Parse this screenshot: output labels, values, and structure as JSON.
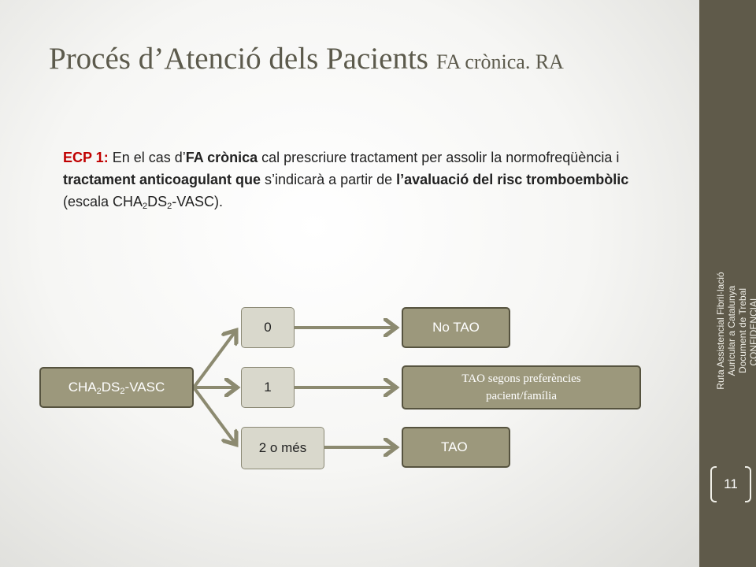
{
  "title": {
    "main": "Procés d’Atenció dels Pacients",
    "sub": "FA crònica. RA"
  },
  "ecp": {
    "label": "ECP 1:",
    "t1": " En el cas d’",
    "b1": "FA crònica",
    "t2": " cal prescriure tractament per assolir la normofreqüència i ",
    "b2": "tractament anticoagulant que",
    "t3": " s’indicarà a partir de ",
    "b3": "l’avaluació del risc tromboembòlic",
    "t4": " (escala CHA",
    "s1": "2",
    "t5": "DS",
    "s2": "2",
    "t6": "-VASC)."
  },
  "diagram": {
    "root": {
      "a": "CHA",
      "s1": "2",
      "b": "DS",
      "s2": "2",
      "c": "-VASC"
    },
    "scores": [
      "0",
      "1",
      "2 o més"
    ],
    "outcomes": [
      "No TAO",
      "TAO segons preferències pacient/família",
      "TAO"
    ]
  },
  "sidebar": {
    "vertical_lines": [
      "Ruta Assistencial Fibril·lació",
      "Auricular a Catalunya",
      "Document de Trebal",
      "CONFIDENCIAL"
    ],
    "page_number": "11"
  },
  "colors": {
    "box_dark": "#9c987c",
    "box_light": "#d9d8cc",
    "arrow": "#8c8a70",
    "sidebar": "#5f5a4a",
    "title": "#5c5a4c",
    "accent_red": "#c00000"
  }
}
